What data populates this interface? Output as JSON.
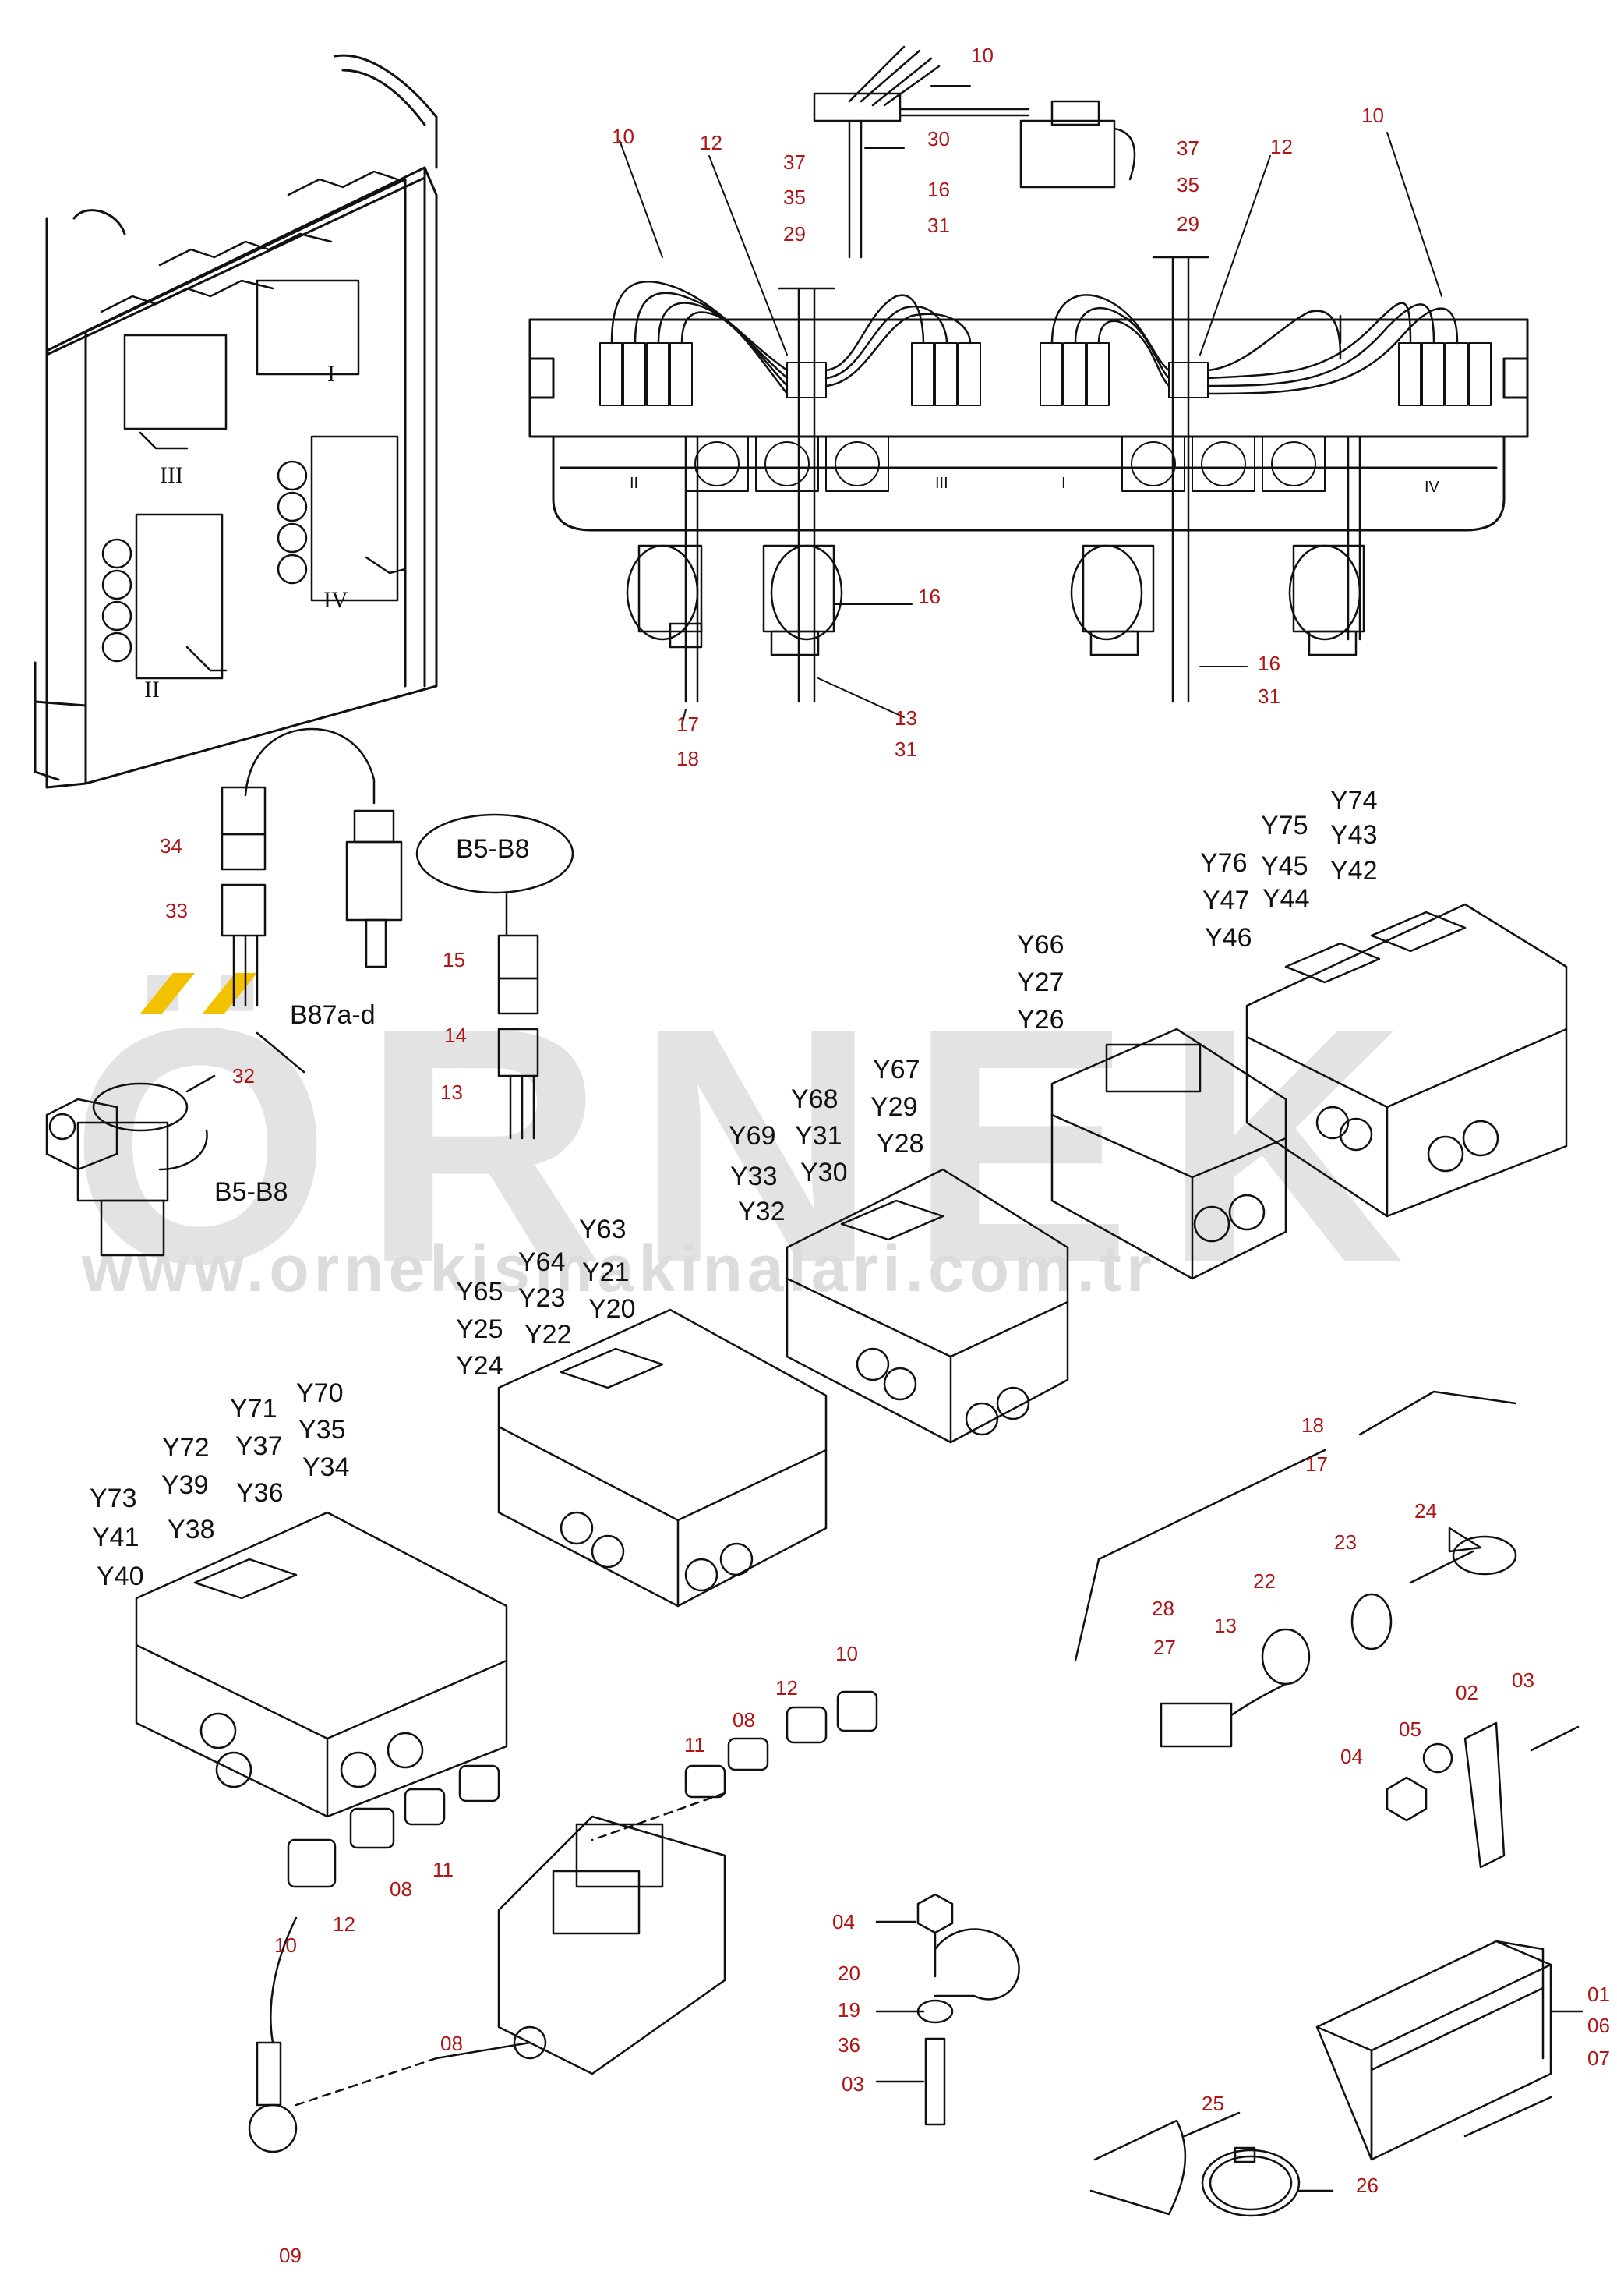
{
  "watermark": {
    "brand": "ÖRNEK",
    "url": "www.ornekismakinalari.com.tr"
  },
  "colors": {
    "callout": "#b01515",
    "drawing": "#111111",
    "watermark": "#e3e3e3",
    "accent": "#f2c200"
  },
  "top_assembly": {
    "callouts": [
      "10",
      "12",
      "37",
      "35",
      "29",
      "30",
      "16",
      "31",
      "10",
      "37",
      "35",
      "29",
      "12",
      "10",
      "16",
      "16",
      "31",
      "17",
      "18",
      "13",
      "31"
    ],
    "roman_labels": [
      "III",
      "II",
      "I",
      "IV"
    ],
    "row_labels": [
      "II",
      "III",
      "I",
      "IV"
    ]
  },
  "sensor": {
    "callouts": [
      "34",
      "33",
      "32",
      "15",
      "14",
      "13"
    ],
    "labels": {
      "b87": "B87a-d",
      "b5_bubble": "B5-B8",
      "b5_flange": "B5-B8"
    }
  },
  "valve_groups": [
    {
      "id": "group-1",
      "lines": [
        [
          "Y74"
        ],
        [
          "Y75",
          "Y43"
        ],
        [
          "Y76",
          "Y45",
          "Y42"
        ],
        [
          "Y47",
          "Y44"
        ],
        [
          "Y46"
        ]
      ]
    },
    {
      "id": "group-2",
      "lines": [
        [
          "Y66"
        ],
        [
          "Y27"
        ],
        [
          "Y26"
        ]
      ]
    },
    {
      "id": "group-3",
      "lines": [
        [
          "Y67"
        ],
        [
          "Y68",
          "Y29"
        ],
        [
          "Y69",
          "Y31",
          "Y28"
        ],
        [
          "Y33",
          "Y30"
        ],
        [
          "Y32"
        ]
      ]
    },
    {
      "id": "group-4",
      "lines": [
        [
          "Y63"
        ],
        [
          "Y64",
          "Y21"
        ],
        [
          "Y65",
          "Y23",
          "Y20"
        ],
        [
          "Y25",
          "Y22"
        ],
        [
          "Y24"
        ]
      ]
    },
    {
      "id": "group-5",
      "lines": [
        [
          "Y70"
        ],
        [
          "Y71",
          "Y35"
        ],
        [
          "Y72",
          "Y37",
          "Y34"
        ],
        [
          "Y73",
          "Y39",
          "Y36"
        ],
        [
          "Y41",
          "Y38"
        ],
        [
          "Y40"
        ]
      ]
    }
  ],
  "connector_detail": {
    "callouts": [
      "18",
      "17",
      "24",
      "23",
      "22",
      "28",
      "27",
      "13",
      "03",
      "02",
      "05",
      "04"
    ]
  },
  "fittings_detail": {
    "callouts": [
      "10",
      "12",
      "08",
      "11",
      "11",
      "08",
      "12",
      "10",
      "08",
      "09"
    ]
  },
  "clamp_detail": {
    "callouts": [
      "04",
      "20",
      "19",
      "36",
      "03"
    ]
  },
  "rail_detail": {
    "callouts": [
      "01",
      "06",
      "07",
      "25",
      "26"
    ]
  }
}
